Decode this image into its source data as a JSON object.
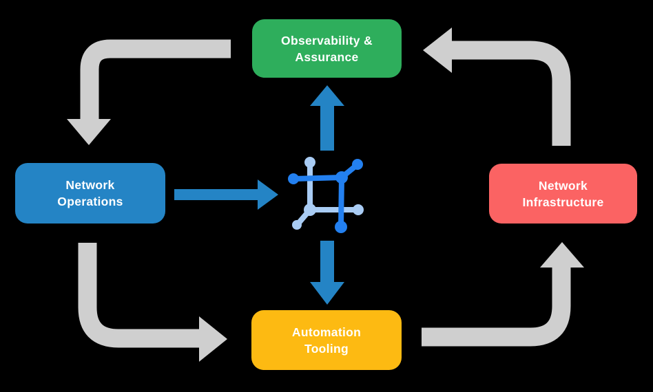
{
  "diagram": {
    "title": "network automation lifecycle diagram",
    "background_color": "#000000",
    "nodes": {
      "observability": {
        "label": "Observability &\nAssurance",
        "color": "#2EAE5C"
      },
      "operations": {
        "label": "Network\nOperations",
        "color": "#2484C5"
      },
      "infrastructure": {
        "label": "Network\nInfrastructure",
        "color": "#FB6363"
      },
      "automation": {
        "label": "Automation\nTooling",
        "color": "#FDBA12"
      }
    },
    "colors": {
      "gray_arrow": "#CFCFCF",
      "blue_arrow": "#2484C5",
      "icon_dark_blue": "#2380F0",
      "icon_light_blue": "#A9CCF4",
      "label_text": "#FFFFFF"
    }
  }
}
